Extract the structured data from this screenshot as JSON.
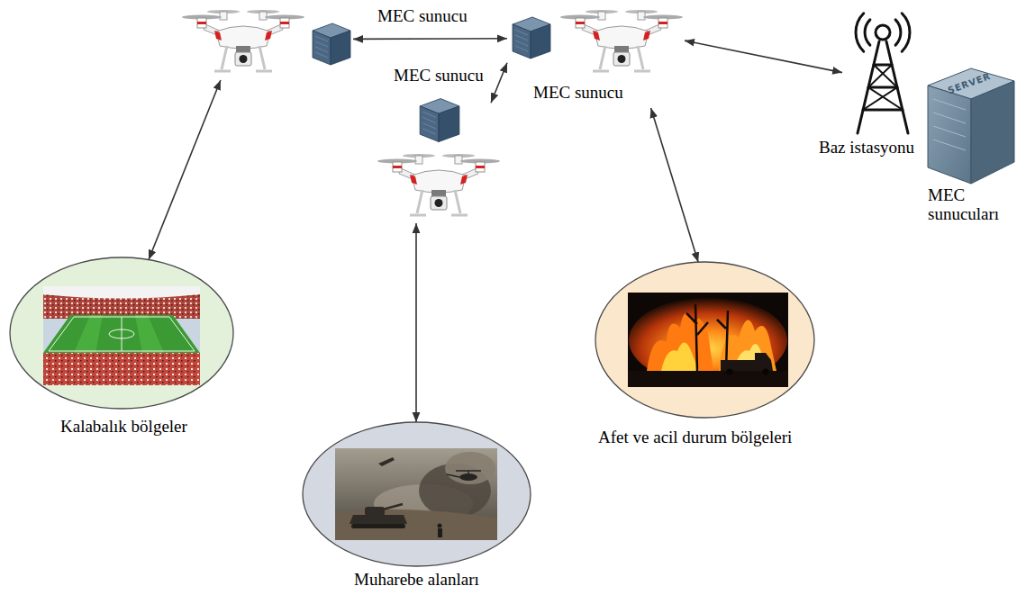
{
  "diagram": {
    "nodes": [
      {
        "text": [
          "MEC sunucu"
        ]
      },
      {
        "text": [
          "MEC sunucu"
        ]
      },
      {
        "text": [
          "MEC sunucu"
        ]
      },
      {
        "text": [
          "Baz istasyonu"
        ]
      },
      {
        "text": [
          "MEC sunucuları"
        ]
      },
      {
        "text": [
          "Kalabalık bölgeler"
        ]
      },
      {
        "text": [
          "Muharebe alanları"
        ]
      },
      {
        "text": [
          "Afet ve acil durum bölgeleri"
        ]
      }
    ],
    "edges": [
      {
        "from": 0,
        "to": 1,
        "arrow": "both"
      },
      {
        "from": 2,
        "to": 1,
        "arrow": "both"
      },
      {
        "from": 1,
        "to": 3,
        "arrow": "both"
      },
      {
        "from": 0,
        "to": 5,
        "arrow": "both"
      },
      {
        "from": 2,
        "to": 6,
        "arrow": "both"
      },
      {
        "from": 1,
        "to": 7,
        "arrow": "both"
      }
    ],
    "labels": [
      "SERVER"
    ]
  }
}
